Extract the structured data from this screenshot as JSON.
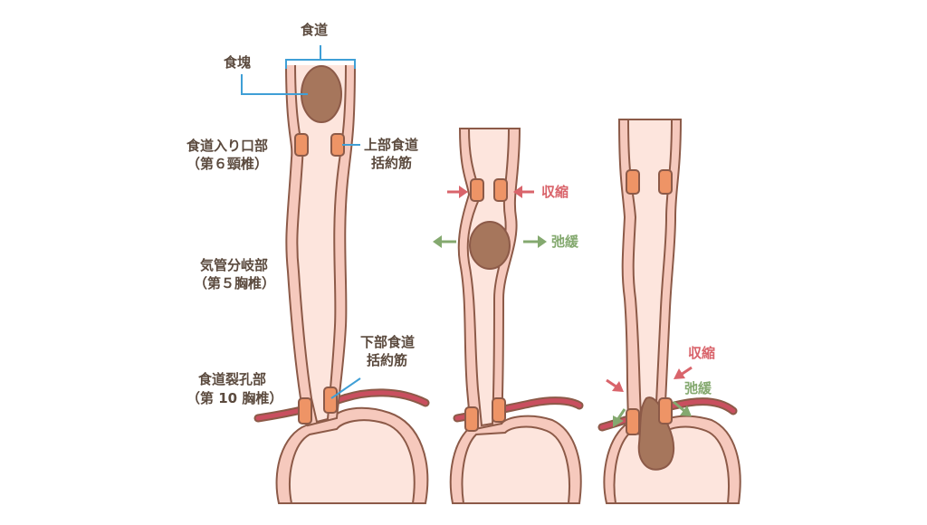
{
  "labels": {
    "esophagus": "食道",
    "bolus": "食塊",
    "entrance_1": "食道入り口部",
    "entrance_2": "（第６頸椎）",
    "upper_sphincter_1": "上部食道",
    "upper_sphincter_2": "括約筋",
    "bifurcation_1": "気管分岐部",
    "bifurcation_2": "（第５胸椎）",
    "lower_sphincter_1": "下部食道",
    "lower_sphincter_2": "括約筋",
    "hiatus_1": "食道裂孔部",
    "hiatus_2": "（第 10 胸椎）",
    "contract_1": "収縮",
    "relax_1": "弛緩",
    "contract_2": "収縮",
    "relax_2": "弛緩"
  },
  "colors": {
    "outline": "#8c5a48",
    "tissue": "#f6c9bd",
    "lumen": "#fde5dd",
    "sphincter": "#ee9466",
    "bolus": "#a6765c",
    "leader": "#3f9fd6",
    "contract": "#d9646b",
    "relax": "#84a96f",
    "diaphragm": "#c94f5f",
    "text": "#5b4a3e"
  }
}
